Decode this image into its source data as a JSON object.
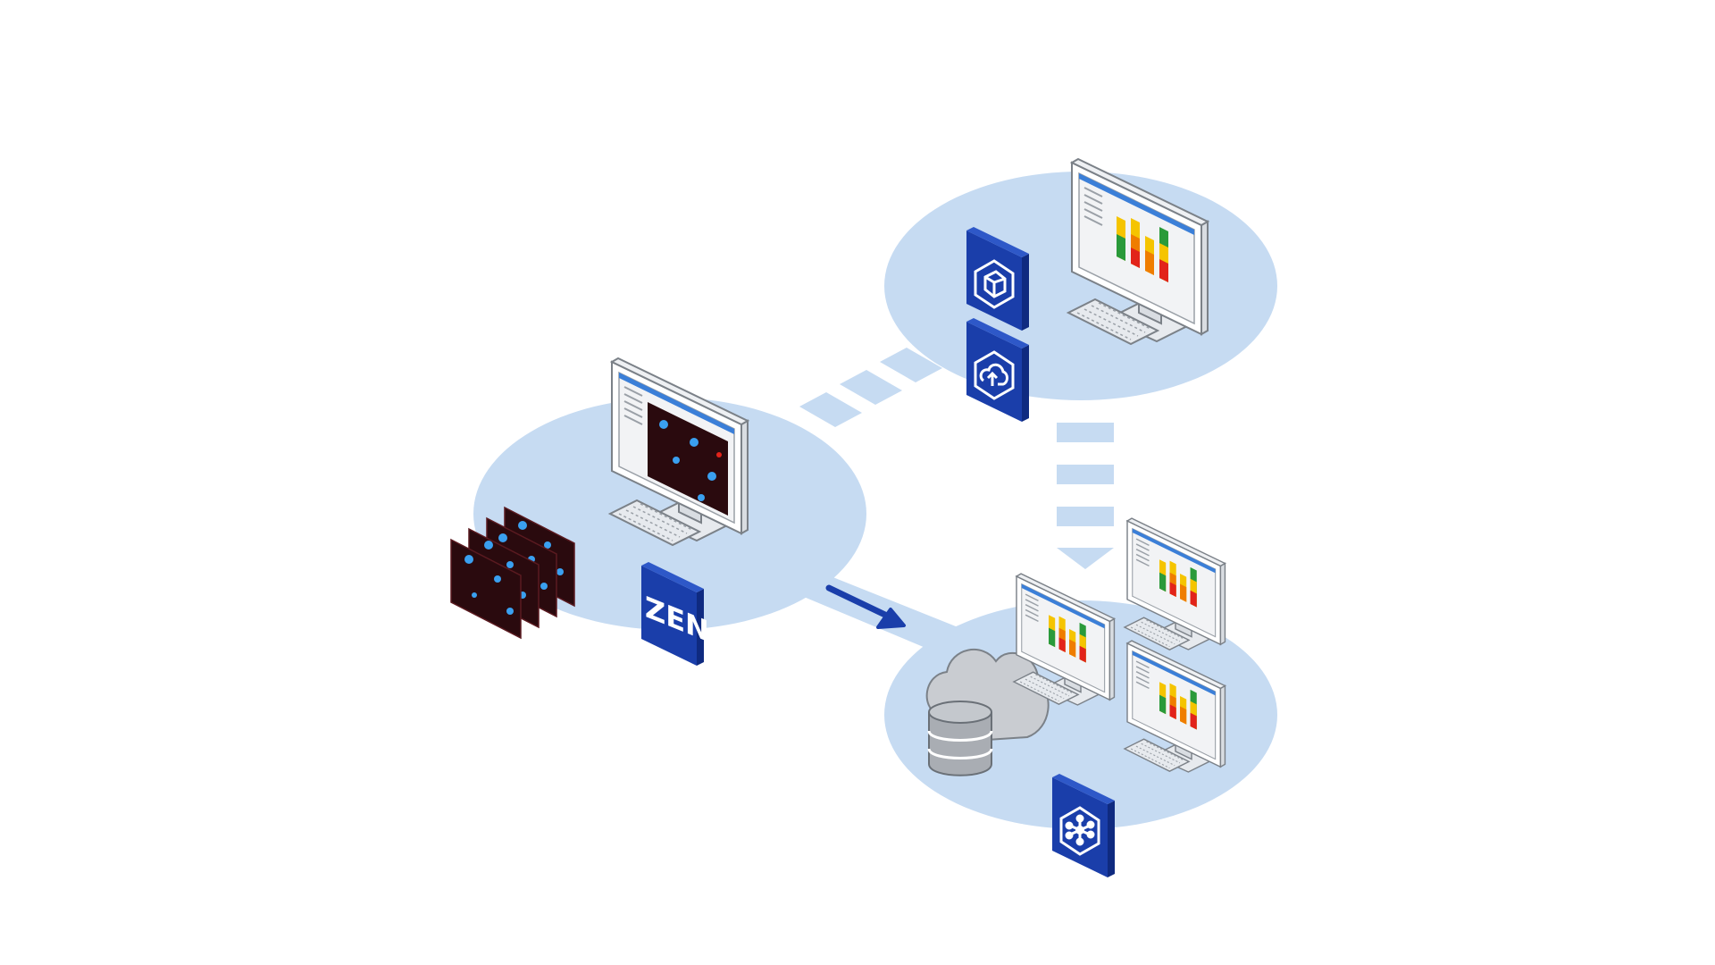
{
  "colors": {
    "platform": "#c6dbf2",
    "connector": "#c6dbf2",
    "accent_blue": "#1a3eaa",
    "accent_blue_dark": "#0f2a80",
    "screen_dark": "#2a0a0e",
    "cell_blue": "#3aa0f0",
    "bar_yellow": "#f5c400",
    "bar_orange": "#ef7d00",
    "bar_red": "#e2231a",
    "bar_green": "#2a9a3a",
    "cloud_gray": "#c9ccd1",
    "database_gray": "#a9adb3"
  },
  "labels": {
    "zen_badge": "ZEN"
  },
  "icons": {
    "left_badge": "zen-logo-icon",
    "top_badge_1": "cube-hexagon-icon",
    "top_badge_2": "cloud-upload-hexagon-icon",
    "bottom_badge": "network-hexagon-icon",
    "cloud": "cloud-icon",
    "database": "database-icon",
    "arrow": "arrow-right-down-icon"
  },
  "chart_bars": [
    0.55,
    0.8,
    0.45,
    0.9
  ]
}
